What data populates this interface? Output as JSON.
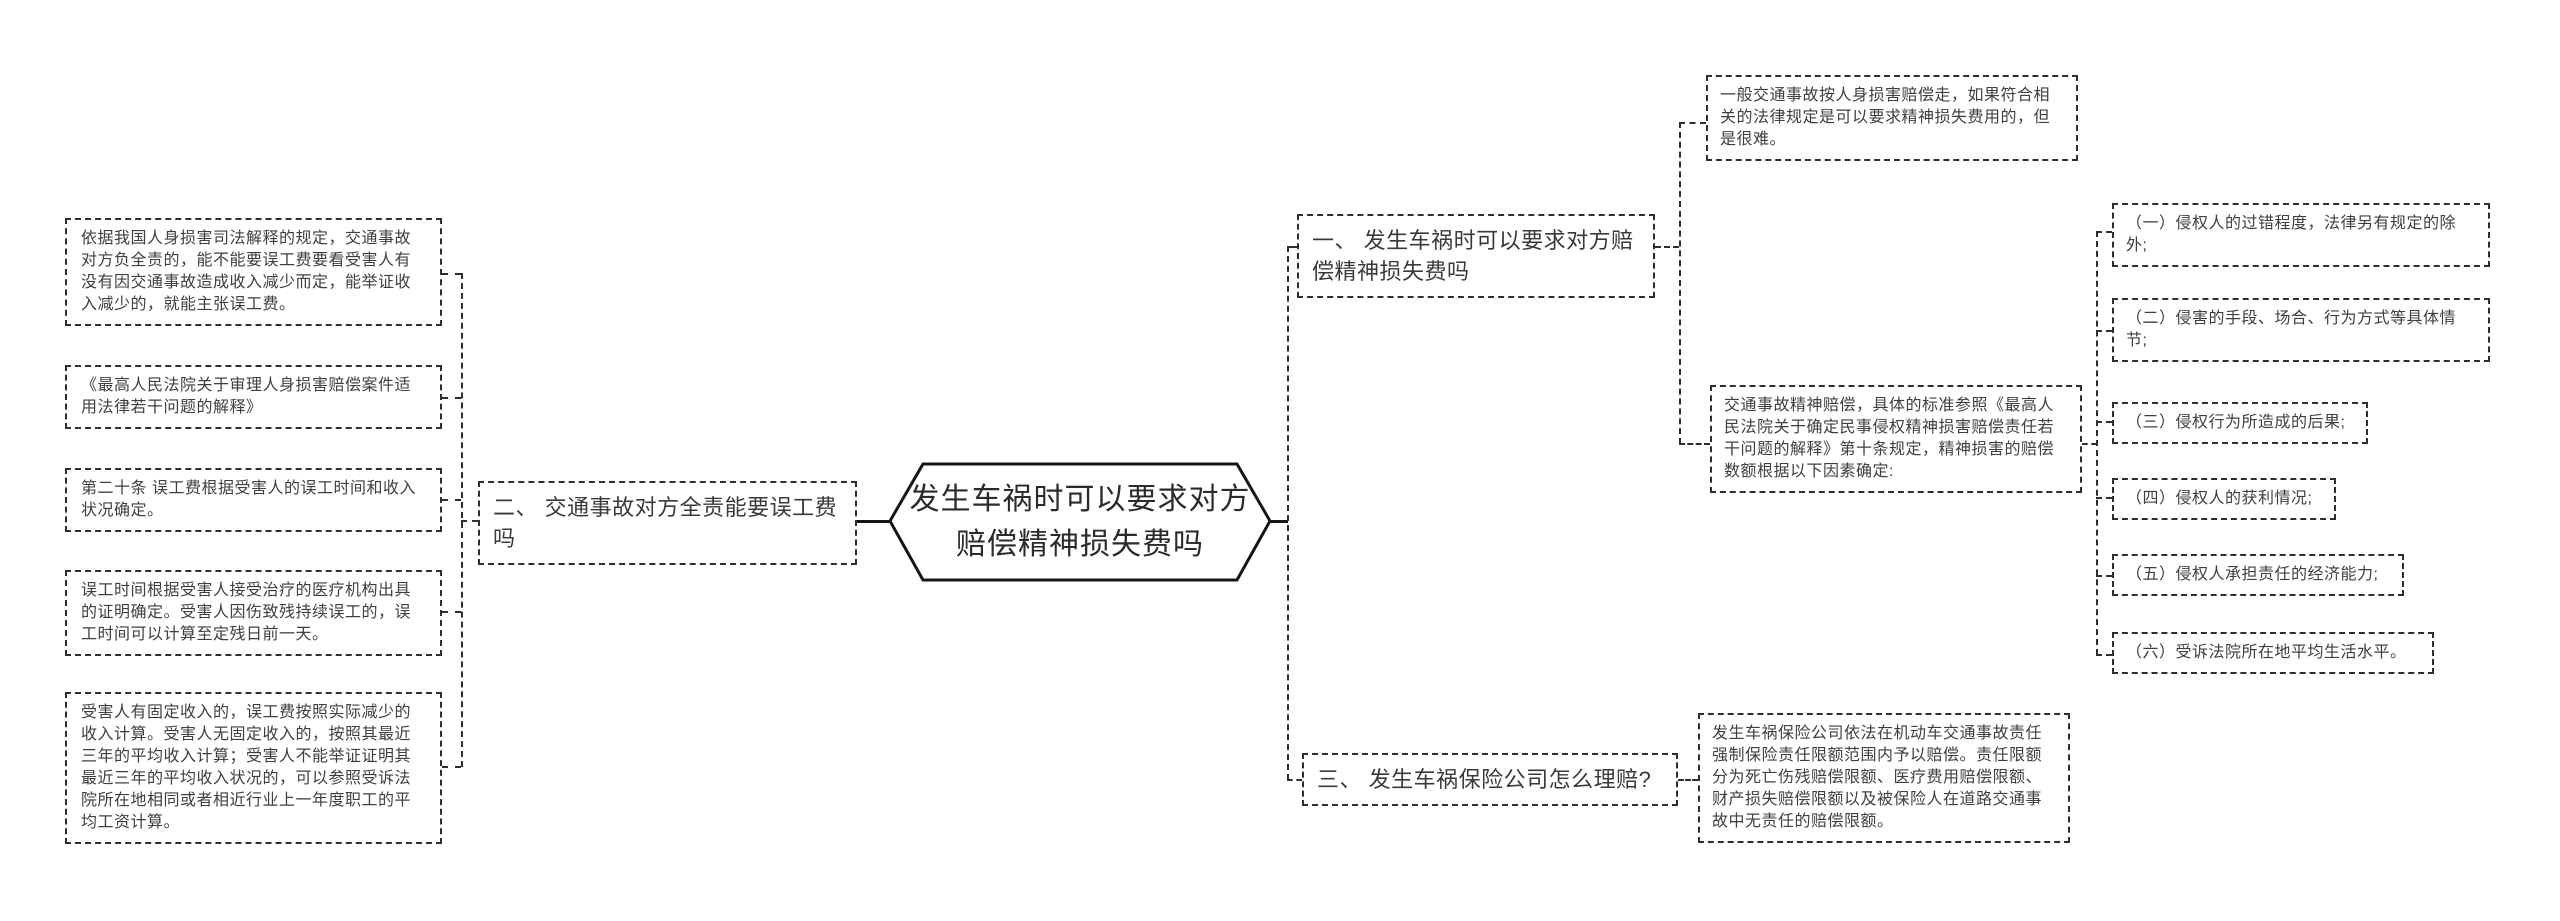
{
  "colors": {
    "background": "#ffffff",
    "dashed_line": "#2e2e2e",
    "solid_line": "#151515",
    "text": "#3f3f3f"
  },
  "mindmap": {
    "center": "发生车祸时可以要求对方赔偿精神损失费吗",
    "branch_one": {
      "label": "一、 发生车祸时可以要求对方赔偿精神损失费吗",
      "children": [
        "一般交通事故按人身损害赔偿走，如果符合相关的法律规定是可以要求精神损失费用的，但是很难。",
        "交通事故精神赔偿，具体的标准参照《最高人民法院关于确定民事侵权精神损害赔偿责任若干问题的解释》第十条规定，精神损害的赔偿数额根据以下因素确定:"
      ],
      "factors": [
        "（一）侵权人的过错程度，法律另有规定的除外;",
        "（二）侵害的手段、场合、行为方式等具体情节;",
        "（三）侵权行为所造成的后果;",
        "（四）侵权人的获利情况;",
        "（五）侵权人承担责任的经济能力;",
        "（六）受诉法院所在地平均生活水平。"
      ]
    },
    "branch_two": {
      "label": "二、 交通事故对方全责能要误工费吗",
      "children": [
        "依据我国人身损害司法解释的规定，交通事故对方负全责的，能不能要误工费要看受害人有没有因交通事故造成收入减少而定，能举证收入减少的，就能主张误工费。",
        "《最高人民法院关于审理人身损害赔偿案件适用法律若干问题的解释》",
        "第二十条 误工费根据受害人的误工时间和收入状况确定。",
        "误工时间根据受害人接受治疗的医疗机构出具的证明确定。受害人因伤致残持续误工的，误工时间可以计算至定残日前一天。",
        "受害人有固定收入的，误工费按照实际减少的收入计算。受害人无固定收入的，按照其最近三年的平均收入计算；受害人不能举证证明其最近三年的平均收入状况的，可以参照受诉法院所在地相同或者相近行业上一年度职工的平均工资计算。"
      ]
    },
    "branch_three": {
      "label": "三、 发生车祸保险公司怎么理赔?",
      "children": [
        "发生车祸保险公司依法在机动车交通事故责任强制保险责任限额范围内予以赔偿。责任限额分为死亡伤残赔偿限额、医疗费用赔偿限额、财产损失赔偿限额以及被保险人在道路交通事故中无责任的赔偿限额。"
      ]
    }
  }
}
